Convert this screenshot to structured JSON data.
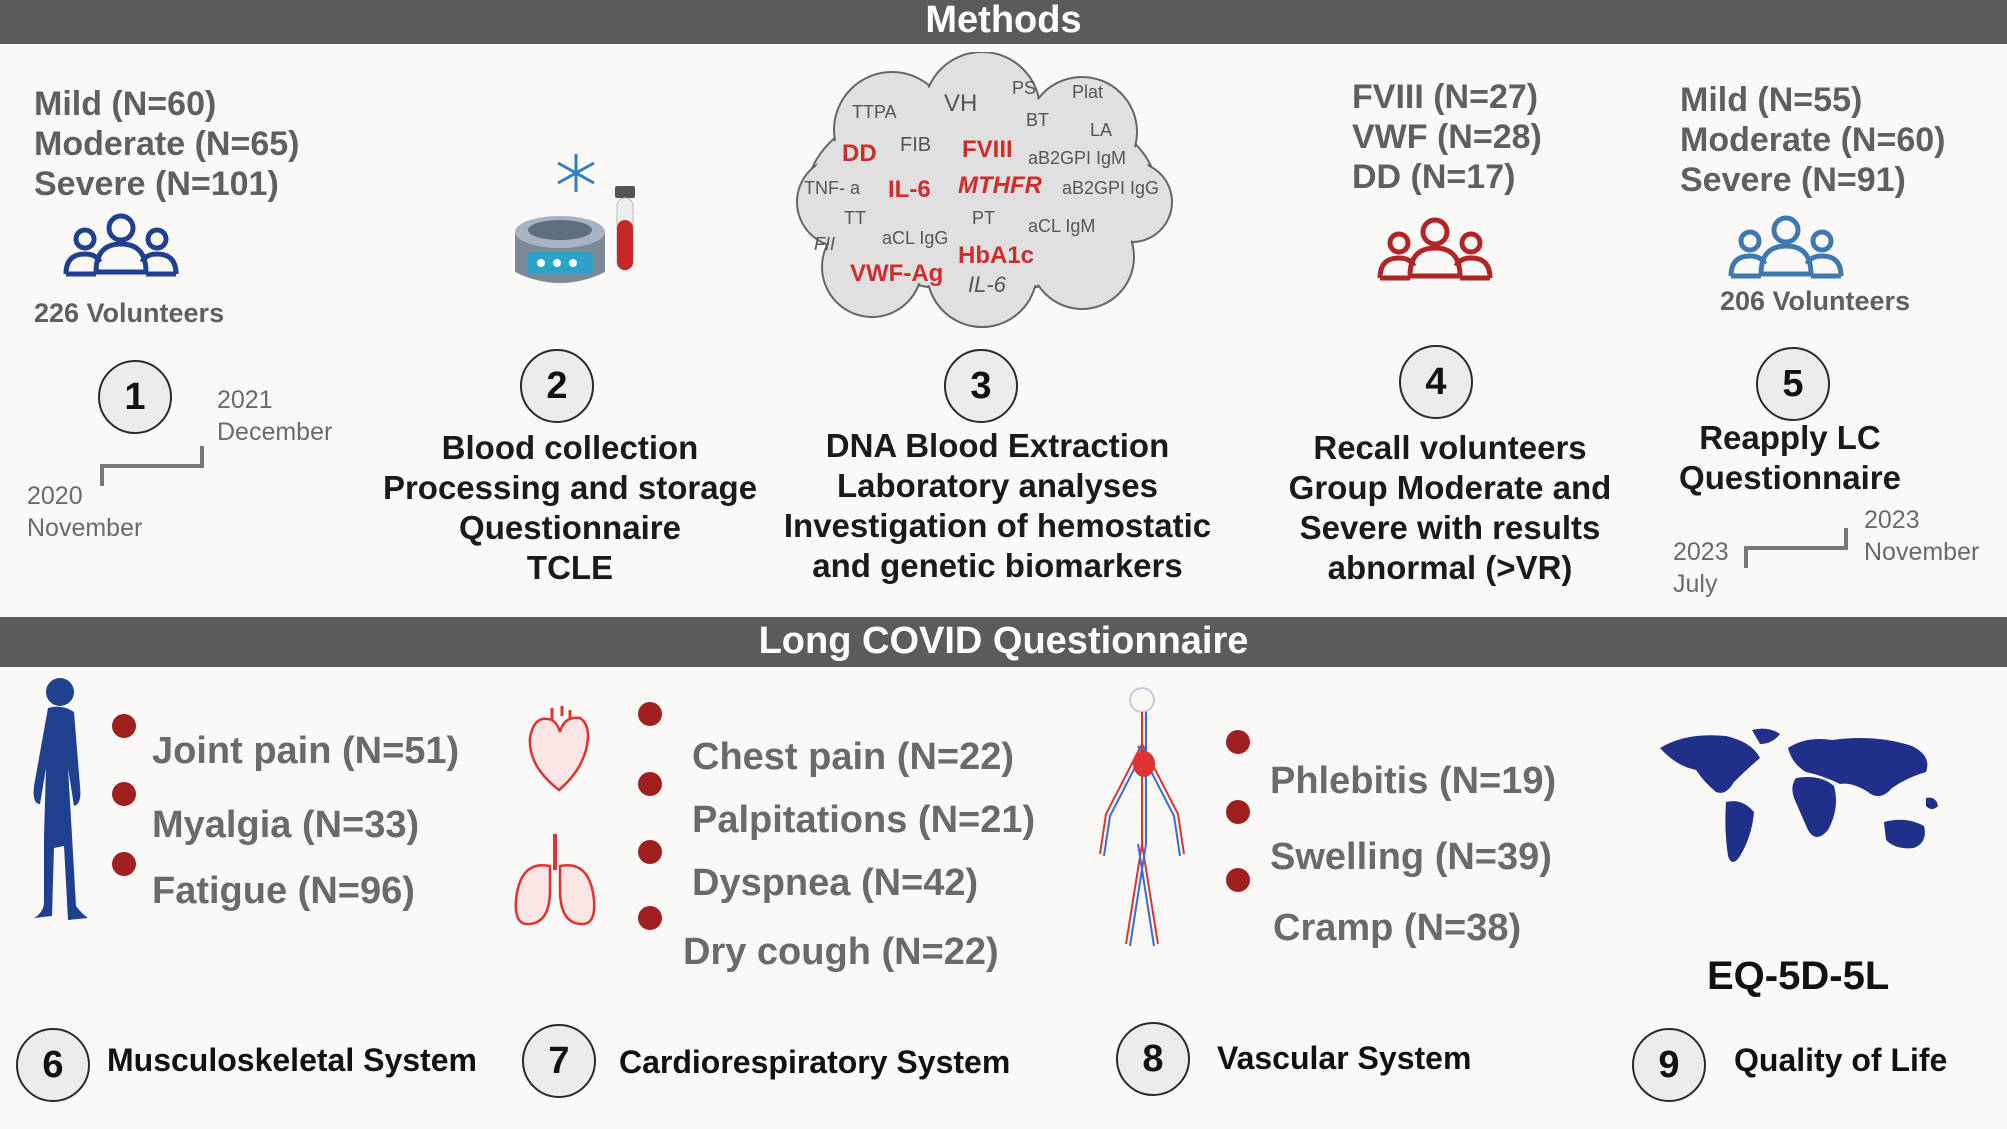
{
  "header": {
    "methods": "Methods",
    "long_covid": "Long COVID Questionnaire"
  },
  "step1": {
    "groups": [
      "Mild  (N=60)",
      "Moderate (N=65)",
      "Severe (N=101)"
    ],
    "volunteers": "226 Volunteers",
    "number": "1",
    "start_year": "2020",
    "start_month": "November",
    "end_year": "2021",
    "end_month": "December"
  },
  "step2": {
    "number": "2",
    "lines": [
      "Blood collection",
      "Processing and storage",
      "Questionnaire",
      "TCLE"
    ]
  },
  "step3": {
    "number": "3",
    "lines": [
      "DNA Blood Extraction",
      "Laboratory analyses",
      "Investigation of hemostatic",
      "and genetic biomarkers"
    ],
    "cloud_grey": [
      "TTPA",
      "VH",
      "PS",
      "Plat",
      "BT",
      "FIB",
      "LA",
      "aB2GPI IgM",
      "TNF- a",
      "aB2GPI IgG",
      "TT",
      "PT",
      "aCL IgG",
      "aCL IgM",
      "FII",
      "IL-6"
    ],
    "cloud_red": [
      "DD",
      "FVIII",
      "IL-6",
      "MTHFR",
      "HbA1c",
      "VWF-Ag"
    ]
  },
  "step4": {
    "number": "4",
    "results": [
      "FVIII (N=27)",
      "VWF (N=28)",
      "DD (N=17)"
    ],
    "lines": [
      "Recall volunteers",
      "Group Moderate and",
      "Severe with results",
      "abnormal (>VR)"
    ]
  },
  "step5": {
    "number": "5",
    "groups": [
      "Mild  (N=55)",
      "Moderate (N=60)",
      "Severe (N=91)"
    ],
    "volunteers": "206 Volunteers",
    "lines": [
      "Reapply LC",
      "Questionnaire"
    ],
    "start_year": "2023",
    "start_month": "July",
    "end_year": "2023",
    "end_month": "November"
  },
  "step6": {
    "number": "6",
    "label": "Musculoskeletal System",
    "symptoms": [
      "Joint pain (N=51)",
      "Myalgia (N=33)",
      "Fatigue (N=96)"
    ]
  },
  "step7": {
    "number": "7",
    "label": "Cardiorespiratory System",
    "symptoms": [
      "Chest pain (N=22)",
      "Palpitations (N=21)",
      "Dyspnea (N=42)",
      "Dry cough (N=22)"
    ]
  },
  "step8": {
    "number": "8",
    "label": "Vascular System",
    "symptoms": [
      "Phlebitis (N=19)",
      "Swelling (N=39)",
      "Cramp (N=38)"
    ]
  },
  "step9": {
    "number": "9",
    "label": "Quality of Life",
    "instrument": "EQ-5D-5L"
  },
  "colors": {
    "bar": "#5b5b5b",
    "red_accent": "#9f1f1f",
    "blue_icon": "#1f3f8f",
    "lightblue_icon": "#3f78b0",
    "red_icon": "#b02525"
  }
}
